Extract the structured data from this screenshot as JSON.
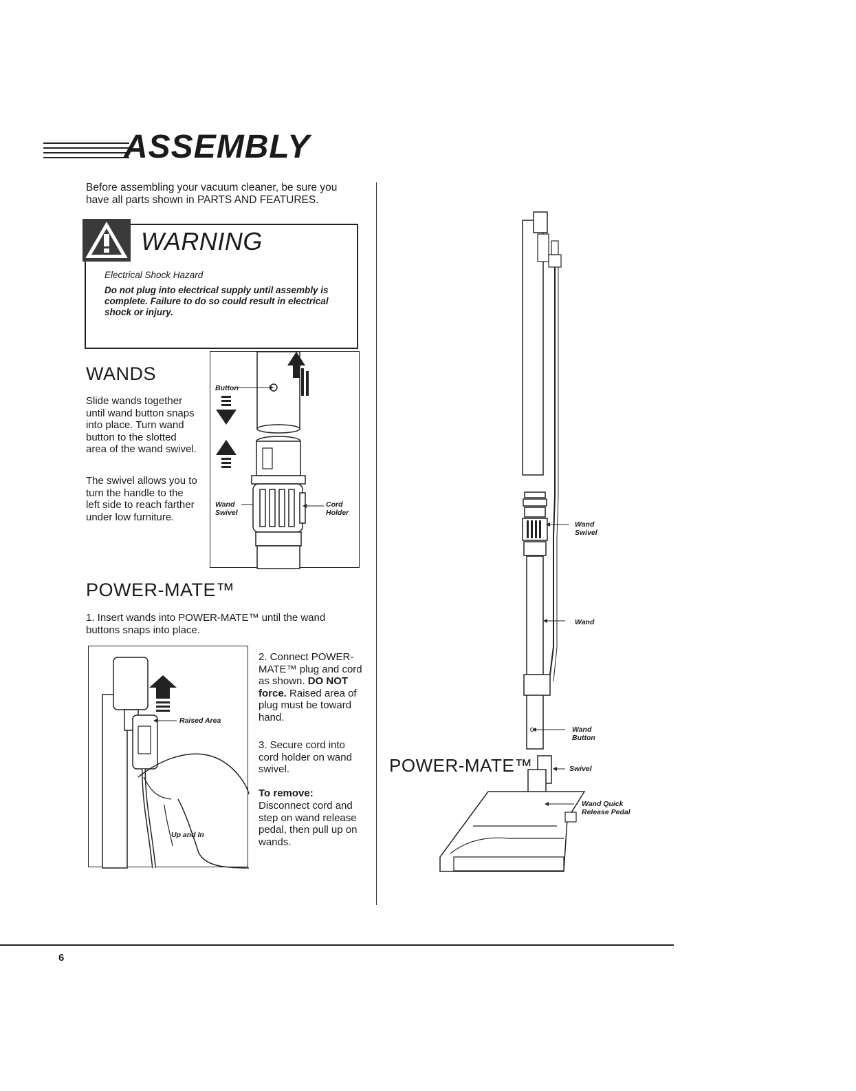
{
  "header": {
    "title": "ASSEMBLY",
    "intro": "Before assembling your vacuum cleaner, be sure you have all parts shown in PARTS AND FEATURES."
  },
  "warning": {
    "title": "WARNING",
    "hazard": "Electrical Shock Hazard",
    "text": "Do not plug into electrical supply until assembly is complete. Failure to do so could result in electrical shock or injury."
  },
  "wands": {
    "heading": "WANDS",
    "para1": "Slide wands together until wand button snaps into place. Turn wand button to the slotted area of the wand swivel.",
    "para2": "The swivel allows you to turn the handle to the left side to reach farther under low furniture.",
    "figure_labels": {
      "button": "Button",
      "wand_swivel": "Wand Swivel",
      "cord_holder": "Cord Holder"
    }
  },
  "powermate": {
    "heading": "POWER-MATE™",
    "step1": "1. Insert wands into POWER-MATE™ until the wand buttons snaps into place.",
    "step2_prefix": "2. Connect POWER-MATE™ plug and cord as shown. ",
    "step2_bold": "DO NOT force.",
    "step2_suffix": " Raised area of plug must be toward hand.",
    "step3": "3. Secure cord into cord holder on wand swivel.",
    "remove_heading": "To remove:",
    "remove_text": "Disconnect cord and step on wand release pedal, then pull up on wands.",
    "figure_labels": {
      "raised_area": "Raised Area",
      "up_and_in": "Up and In"
    }
  },
  "right_figure": {
    "label_powermate": "POWER-MATE™",
    "wand_swivel": "Wand Swivel",
    "wand": "Wand",
    "wand_button": "Wand Button",
    "swivel": "Swivel",
    "release_pedal": "Wand Quick Release Pedal"
  },
  "footer": {
    "page_number": "6"
  }
}
